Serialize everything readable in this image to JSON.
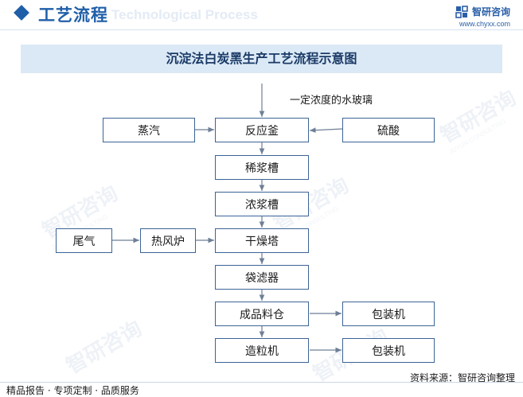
{
  "header": {
    "title": "工艺流程",
    "subtitle_watermark": "Technological Process",
    "brand_name": "智研咨询",
    "brand_url": "www.chyxx.com"
  },
  "diagram": {
    "title": "沉淀法白炭黑生产工艺流程示意图",
    "input_annotation": "一定浓度的水玻璃",
    "nodes": {
      "steam": "蒸汽",
      "reactor": "反应釜",
      "sulfuric_acid": "硫酸",
      "dilute_slurry_tank": "稀浆槽",
      "thick_slurry_tank": "浓浆槽",
      "tail_gas": "尾气",
      "hot_air_furnace": "热风炉",
      "drying_tower": "干燥塔",
      "bag_filter": "袋滤器",
      "product_silo": "成品料仓",
      "packaging_machine_1": "包装机",
      "granulator": "造粒机",
      "packaging_machine_2": "包装机"
    }
  },
  "watermark": {
    "brand": "智研咨询",
    "brand_en": "JUYUN CONSULTING"
  },
  "footer": {
    "left": "精品报告 · 专项定制 · 品质服务",
    "right": "资料来源：智研咨询整理"
  },
  "colors": {
    "accent": "#1f5fa8",
    "node_border": "#3c6496",
    "title_band": "#dbe9f6",
    "arrow": "#6e7f96"
  }
}
